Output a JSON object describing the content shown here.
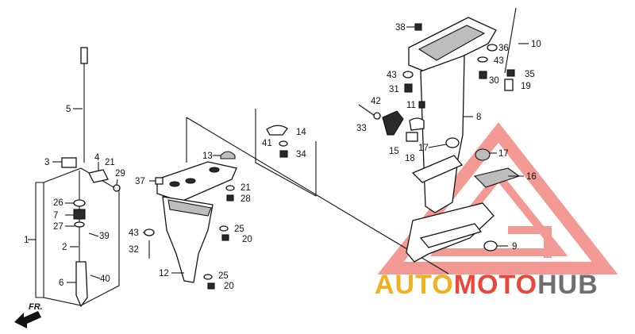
{
  "labels": {
    "n1": "1",
    "n2": "2",
    "n3": "3",
    "n4": "4",
    "n5": "5",
    "n6": "6",
    "n7": "7",
    "n8": "8",
    "n9": "9",
    "n10": "10",
    "n11": "11",
    "n12": "12",
    "n13": "13",
    "n14": "14",
    "n15": "15",
    "n16": "16",
    "n17a": "17",
    "n17b": "17",
    "n18": "18",
    "n19": "19",
    "n20a": "20",
    "n20b": "20",
    "n21a": "21",
    "n21b": "21",
    "n25a": "25",
    "n25b": "25",
    "n26": "26",
    "n27": "27",
    "n28": "28",
    "n29": "29",
    "n30": "30",
    "n31": "31",
    "n32": "32",
    "n33": "33",
    "n34": "34",
    "n35": "35",
    "n36": "36",
    "n37": "37",
    "n38": "38",
    "n39": "39",
    "n40": "40",
    "n41": "41",
    "n42": "42",
    "n43a": "43",
    "n43b": "43",
    "n43c": "43"
  },
  "front_marker": "FR.",
  "watermark": {
    "part1": "AUTO",
    "part2": "MOTO",
    "part3": "HUB"
  },
  "colors": {
    "watermark_orange": "#f2b01e",
    "watermark_red": "#e8473b",
    "watermark_gray": "#6f6f6f",
    "line": "#111111"
  }
}
